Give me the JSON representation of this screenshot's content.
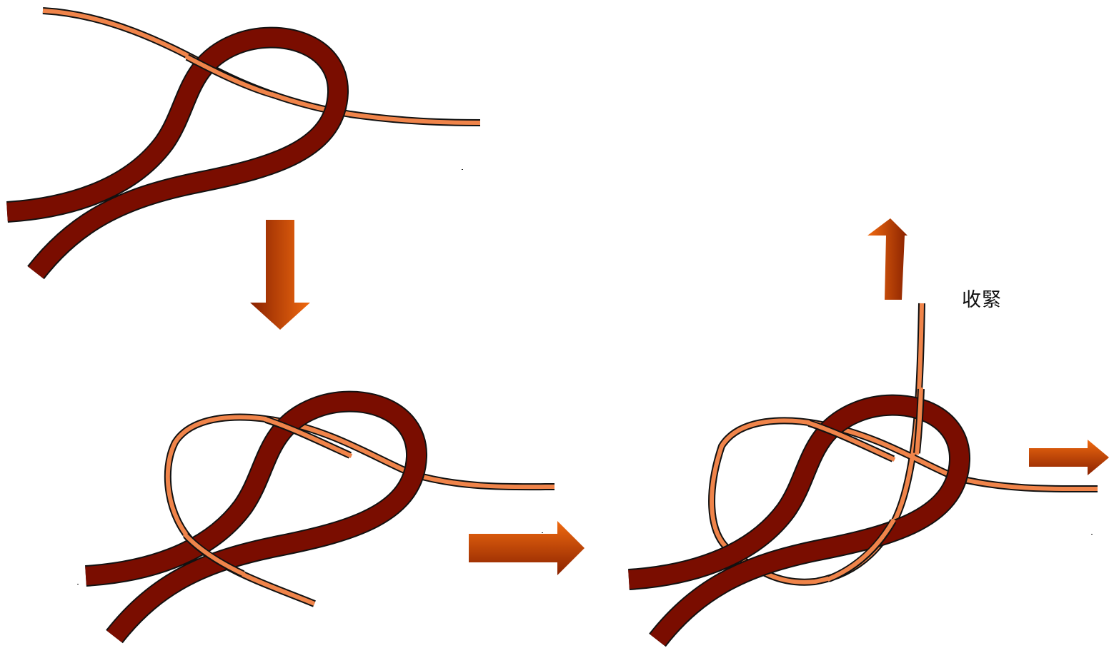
{
  "caption": "收緊",
  "colors": {
    "thick_rope": "#7a0d00",
    "thin_rope": "#f0844a",
    "outline": "#111111",
    "arrow_light": "#f06a10",
    "arrow_dark": "#8a2200"
  },
  "figures": [
    {
      "name": "step-1"
    },
    {
      "name": "step-2"
    },
    {
      "name": "step-3"
    }
  ],
  "arrows": [
    {
      "name": "arrow-down",
      "direction": "down"
    },
    {
      "name": "arrow-right-middle",
      "direction": "right"
    },
    {
      "name": "arrow-up-pull",
      "direction": "up"
    },
    {
      "name": "arrow-right-pull",
      "direction": "right"
    }
  ]
}
